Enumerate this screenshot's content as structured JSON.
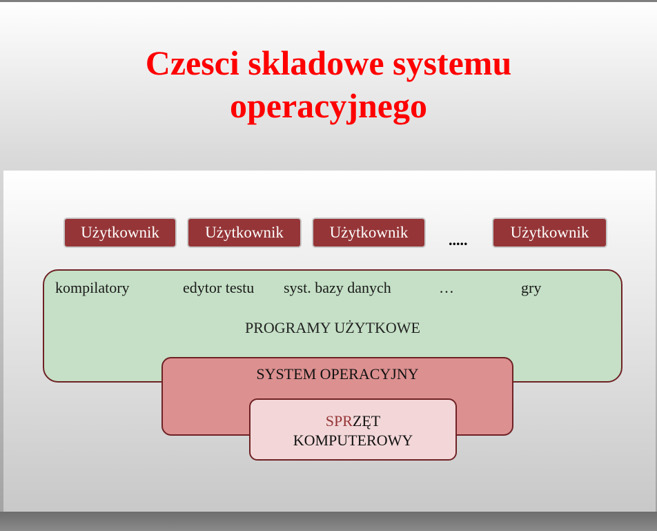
{
  "title": {
    "line1": "Czesci skladowe systemu",
    "line2": "operacyjnego"
  },
  "users": [
    {
      "label": "Użytkownik"
    },
    {
      "label": "Użytkownik"
    },
    {
      "label": "Użytkownik"
    },
    {
      "label": "Użytkownik"
    }
  ],
  "users_ellipsis": ".....",
  "applications": {
    "items": [
      "kompilatory",
      "edytor testu",
      "syst. bazy danych",
      "…",
      "gry"
    ],
    "label": "PROGRAMY UŻYTKOWE"
  },
  "os": {
    "label": "SYSTEM OPERACYJNY"
  },
  "hardware": {
    "line1_prefix": "SPR",
    "line1_suffix": "ZĘT",
    "line2": "KOMPUTEROWY"
  },
  "colors": {
    "title": "#ff0000",
    "user_box": "#953537",
    "applications_fill": "#c5e0c6",
    "os_fill": "#dc9090",
    "hardware_fill": "#f3d7d8",
    "border": "#6e2124"
  }
}
